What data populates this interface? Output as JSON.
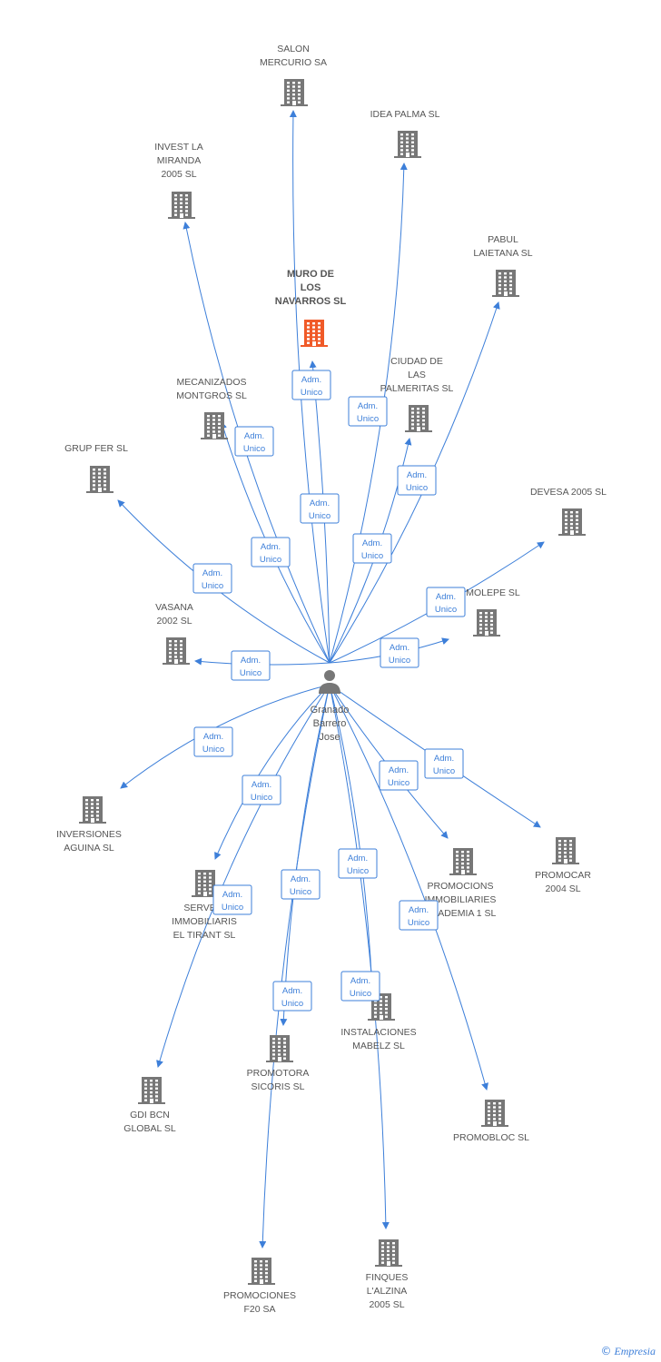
{
  "center_company": {
    "id": "muro",
    "lines": [
      "MURO DE",
      "LOS",
      "NAVARROS SL"
    ],
    "color": "#f05a28"
  },
  "person": {
    "lines": [
      "Granado",
      "Barrero",
      "Jose"
    ],
    "icon": "person-icon",
    "color": "#777777"
  },
  "relation_badge": {
    "lines": [
      "Adm.",
      "Unico"
    ]
  },
  "colors": {
    "edge": "#3d7fd9",
    "building": "#777777",
    "label": "#555555"
  },
  "companies": [
    {
      "id": "salon",
      "lines": [
        "SALON",
        "MERCURIO SA"
      ]
    },
    {
      "id": "idea",
      "lines": [
        "IDEA PALMA SL"
      ]
    },
    {
      "id": "invest",
      "lines": [
        "INVEST LA",
        "MIRANDA",
        "2005 SL"
      ]
    },
    {
      "id": "pabul",
      "lines": [
        "PABUL",
        "LAIETANA SL"
      ]
    },
    {
      "id": "ciudad",
      "lines": [
        "CIUDAD DE",
        "LAS",
        "PALMERITAS SL"
      ]
    },
    {
      "id": "mecanizados",
      "lines": [
        "MECANIZADOS",
        "MONTGROS SL"
      ]
    },
    {
      "id": "grupfer",
      "lines": [
        "GRUP FER SL"
      ]
    },
    {
      "id": "devesa",
      "lines": [
        "DEVESA 2005 SL"
      ]
    },
    {
      "id": "molepe",
      "lines": [
        "MOLEPE SL"
      ]
    },
    {
      "id": "vasana",
      "lines": [
        "VASANA",
        "2002 SL"
      ]
    },
    {
      "id": "inversiones",
      "lines": [
        "INVERSIONES",
        "AGUINA SL"
      ]
    },
    {
      "id": "promocar",
      "lines": [
        "PROMOCAR",
        "2004 SL"
      ]
    },
    {
      "id": "promacademia",
      "lines": [
        "PROMOCIONS",
        "IMMOBILIARIES",
        "ACADEMIA 1 SL"
      ]
    },
    {
      "id": "serveis",
      "lines": [
        "SERVEIS",
        "IMMOBILIARIS",
        "EL TIRANT SL"
      ]
    },
    {
      "id": "instalaciones",
      "lines": [
        "INSTALACIONES",
        "MABELZ SL"
      ]
    },
    {
      "id": "promotora",
      "lines": [
        "PROMOTORA",
        "SICORIS SL"
      ]
    },
    {
      "id": "gdi",
      "lines": [
        "GDI BCN",
        "GLOBAL SL"
      ]
    },
    {
      "id": "promobloc",
      "lines": [
        "PROMOBLOC SL"
      ]
    },
    {
      "id": "promof20",
      "lines": [
        "PROMOCIONES",
        "F20 SA"
      ]
    },
    {
      "id": "finques",
      "lines": [
        "FINQUES",
        "L'ALZINA",
        "2005 SL"
      ]
    }
  ],
  "brand": {
    "copyright": "©",
    "name": "Empresia"
  }
}
